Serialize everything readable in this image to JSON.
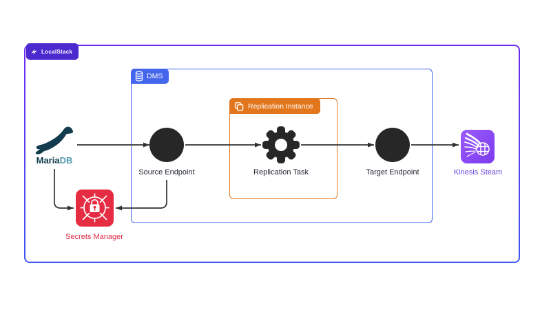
{
  "badges": {
    "localstack": "LocalStack",
    "dms": "DMS",
    "replication_instance": "Replication Instance"
  },
  "nodes": {
    "mariadb": {
      "label_primary": "Maria",
      "label_secondary": "DB"
    },
    "source_endpoint": {
      "label": "Source Endpoint"
    },
    "replication_task": {
      "label": "Replication Task"
    },
    "target_endpoint": {
      "label": "Target Endpoint"
    },
    "kinesis_stream": {
      "label": "Kinesis Steam"
    },
    "secrets_manager": {
      "label": "Secrets Manager"
    }
  },
  "edges": [
    {
      "from": "mariadb",
      "to": "source_endpoint"
    },
    {
      "from": "source_endpoint",
      "to": "replication_task"
    },
    {
      "from": "replication_task",
      "to": "target_endpoint"
    },
    {
      "from": "target_endpoint",
      "to": "kinesis_stream"
    },
    {
      "from": "mariadb",
      "to": "secrets_manager"
    },
    {
      "from": "source_endpoint",
      "to": "secrets_manager"
    }
  ],
  "colors": {
    "outer_border_top": "#6e2df0",
    "outer_border_bottom": "#4156ee",
    "localstack_badge": "#4c28cf",
    "dms_accent": "#3f63f0",
    "replication_accent": "#e2761c",
    "node_dark": "#272727",
    "kinesis_purple": "#8a4ff5",
    "kinesis_label": "#6746dd",
    "secrets_red": "#e62c42",
    "arrow": "#303030",
    "mariadb_navy": "#0e3a4c",
    "mariadb_teal": "#4f9bae"
  }
}
